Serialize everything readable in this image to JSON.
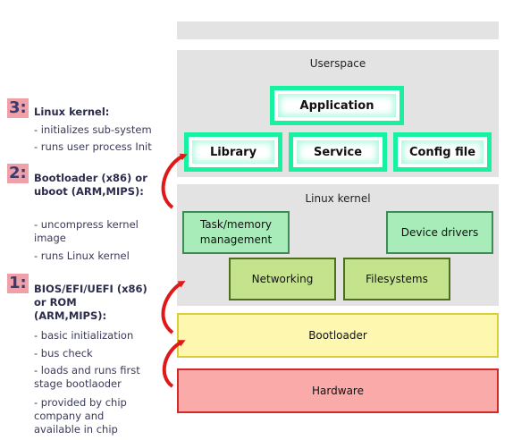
{
  "layers": {
    "userspace": {
      "title": "Userspace",
      "top_box": "Application",
      "boxes": [
        "Library",
        "Service",
        "Config file"
      ]
    },
    "kernel": {
      "title": "Linux kernel",
      "boxes": [
        "Task/memory management",
        "Device drivers",
        "Networking",
        "Filesystems"
      ]
    },
    "bootloader": "Bootloader",
    "hardware": "Hardware"
  },
  "steps": [
    {
      "num": "3:",
      "title": "Linux kernel:",
      "items": [
        "- initializes sub-system",
        "- runs user process Init"
      ]
    },
    {
      "num": "2:",
      "title": "Bootloader (x86) or uboot (ARM,MIPS):",
      "items": [
        "- uncompress kernel image",
        "- runs Linux kernel"
      ]
    },
    {
      "num": "1:",
      "title": "BIOS/EFI/UEFI (x86) or ROM (ARM,MIPS):",
      "items": [
        "- basic initialization",
        "- bus check",
        "- loads and runs first stage bootlaoder",
        "- provided by chip company and available in chip"
      ]
    }
  ],
  "colors": {
    "userspace_border": "#16f2a0",
    "mint_box": "#a8ecb9",
    "lime_box": "#c5e38d",
    "bootloader": "#fdf7b0",
    "hardware": "#fbaaaa",
    "arrow": "#e01818"
  }
}
